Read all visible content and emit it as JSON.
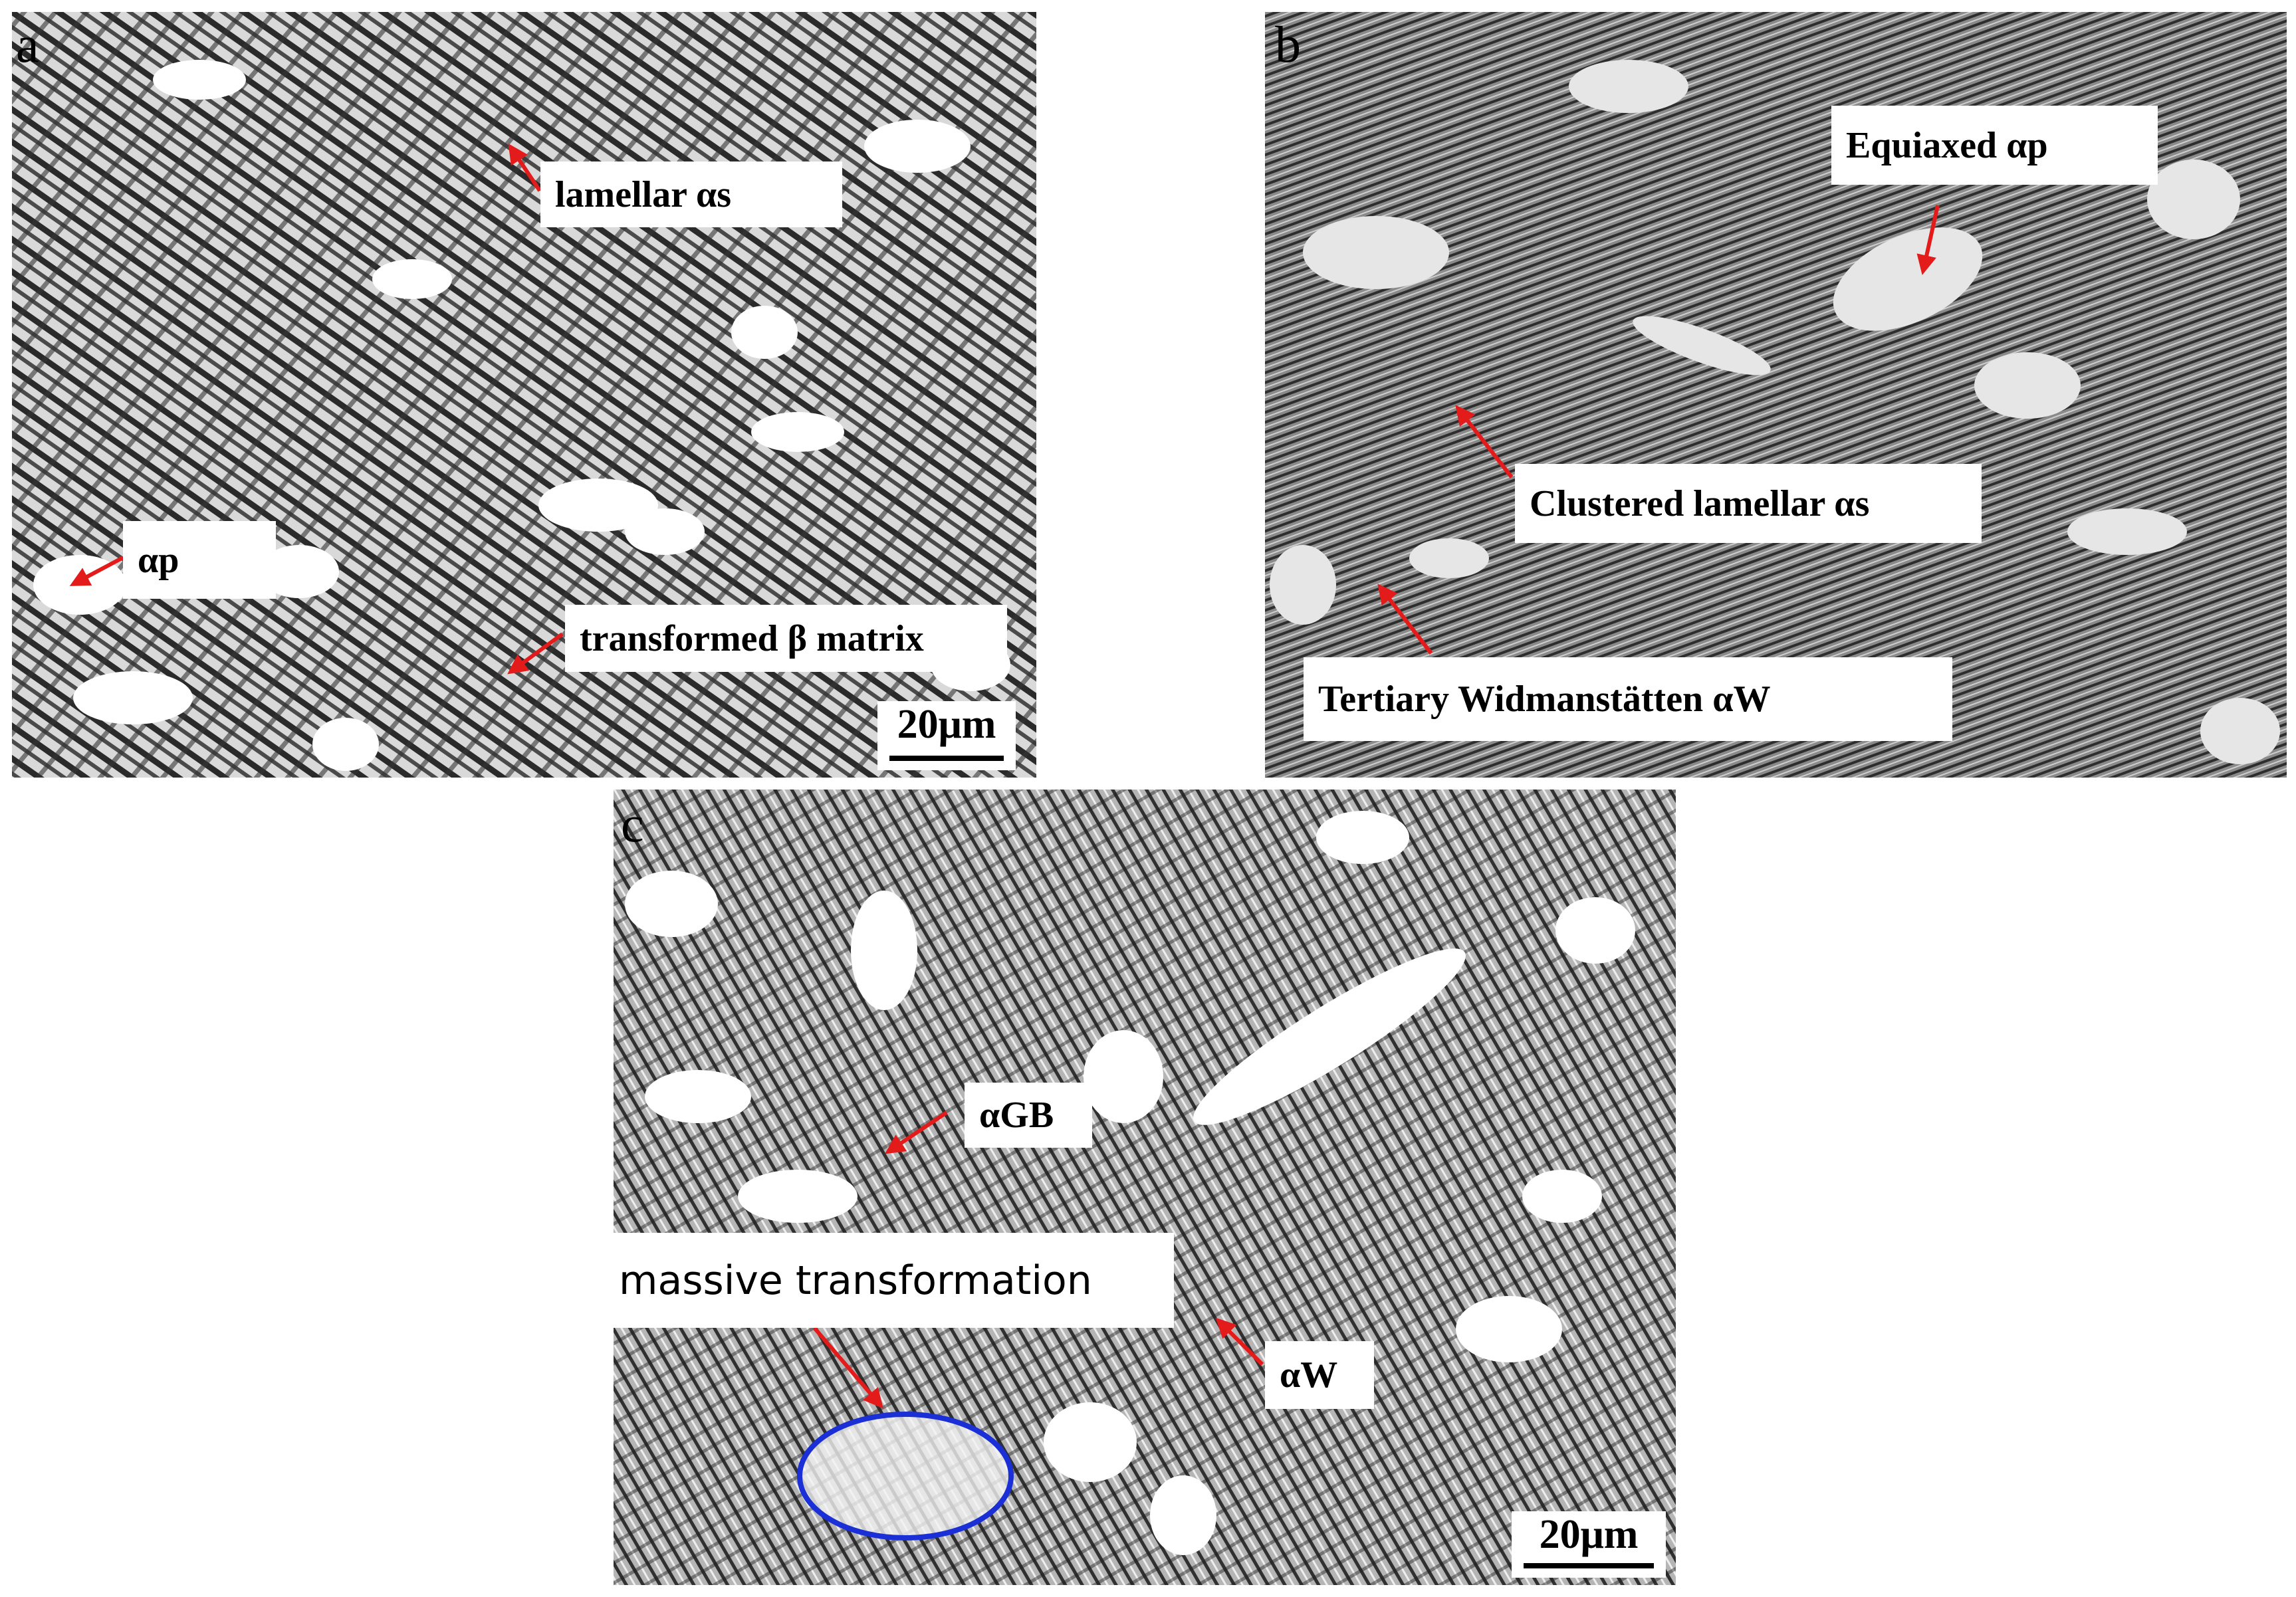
{
  "panels": [
    {
      "letter": "a",
      "labels": [
        "lamellar αs",
        "αp",
        "transformed β matrix"
      ],
      "scale_bar": "20μm"
    },
    {
      "letter": "b",
      "labels": [
        "Equiaxed αp",
        "Clustered lamellar αs",
        "Tertiary Widmanstätten αW"
      ]
    },
    {
      "letter": "c",
      "labels": [
        "αGB",
        "massive transformation",
        "αW"
      ],
      "scale_bar": "20μm"
    }
  ],
  "colors": {
    "arrow": "#e31b1b",
    "ellipse": "#1a2fd6"
  }
}
